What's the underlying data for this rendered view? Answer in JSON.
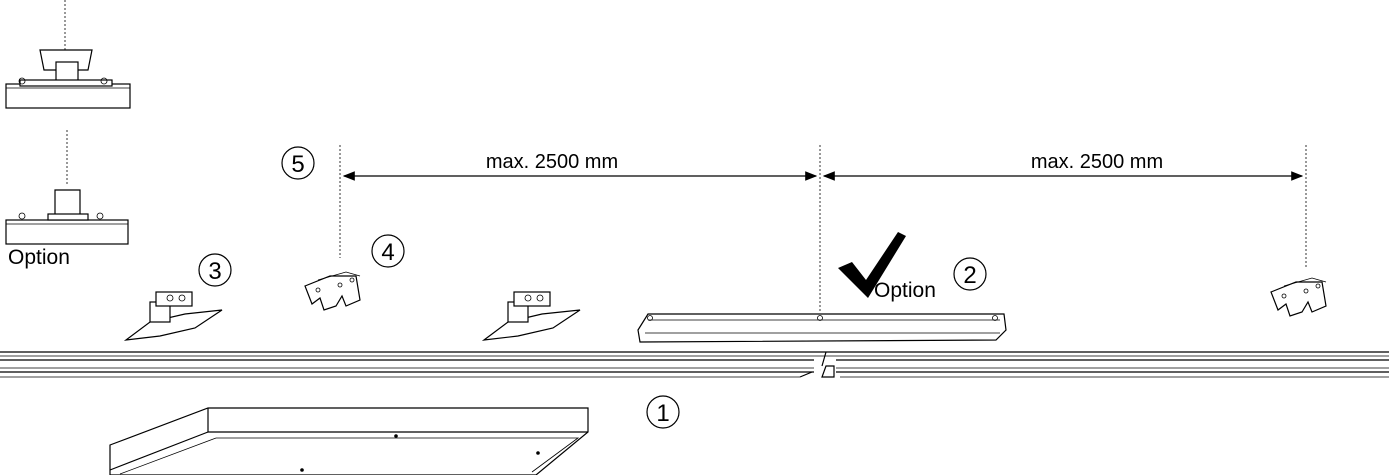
{
  "callouts": {
    "c1": "1",
    "c2": "2",
    "c3": "3",
    "c4": "4",
    "c5": "5"
  },
  "dimensions": {
    "left": "max. 2500 mm",
    "right": "max. 2500 mm"
  },
  "labels": {
    "option_left": "Option",
    "option_middle": "Option"
  },
  "icons": {
    "check": "checkmark-icon"
  }
}
